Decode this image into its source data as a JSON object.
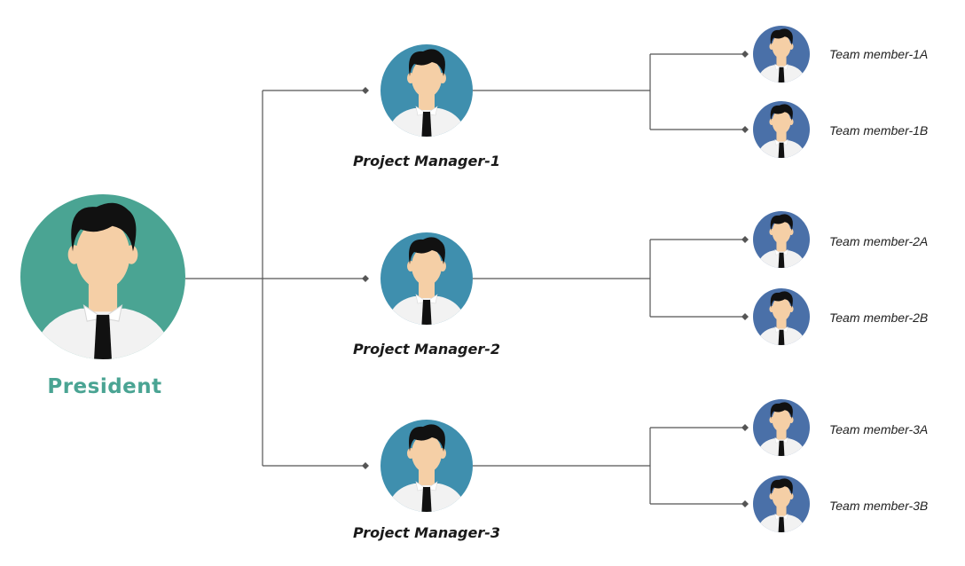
{
  "president": {
    "label": "President",
    "accent": "#4aa493"
  },
  "managers": [
    {
      "label": "Project Manager-1",
      "members": [
        "Team member-1A",
        "Team member-1B"
      ]
    },
    {
      "label": "Project Manager-2",
      "members": [
        "Team member-2A",
        "Team member-2B"
      ]
    },
    {
      "label": "Project Manager-3",
      "members": [
        "Team member-3A",
        "Team member-3B"
      ]
    }
  ],
  "colors": {
    "president_circle": "#4aa493",
    "manager_circle": "#3f8fae",
    "member_circle": "#4a70a8",
    "connector": "#555555",
    "skin": "#f5cfa6",
    "hair": "#111111",
    "shirt": "#f2f2f2",
    "tie": "#111111"
  }
}
